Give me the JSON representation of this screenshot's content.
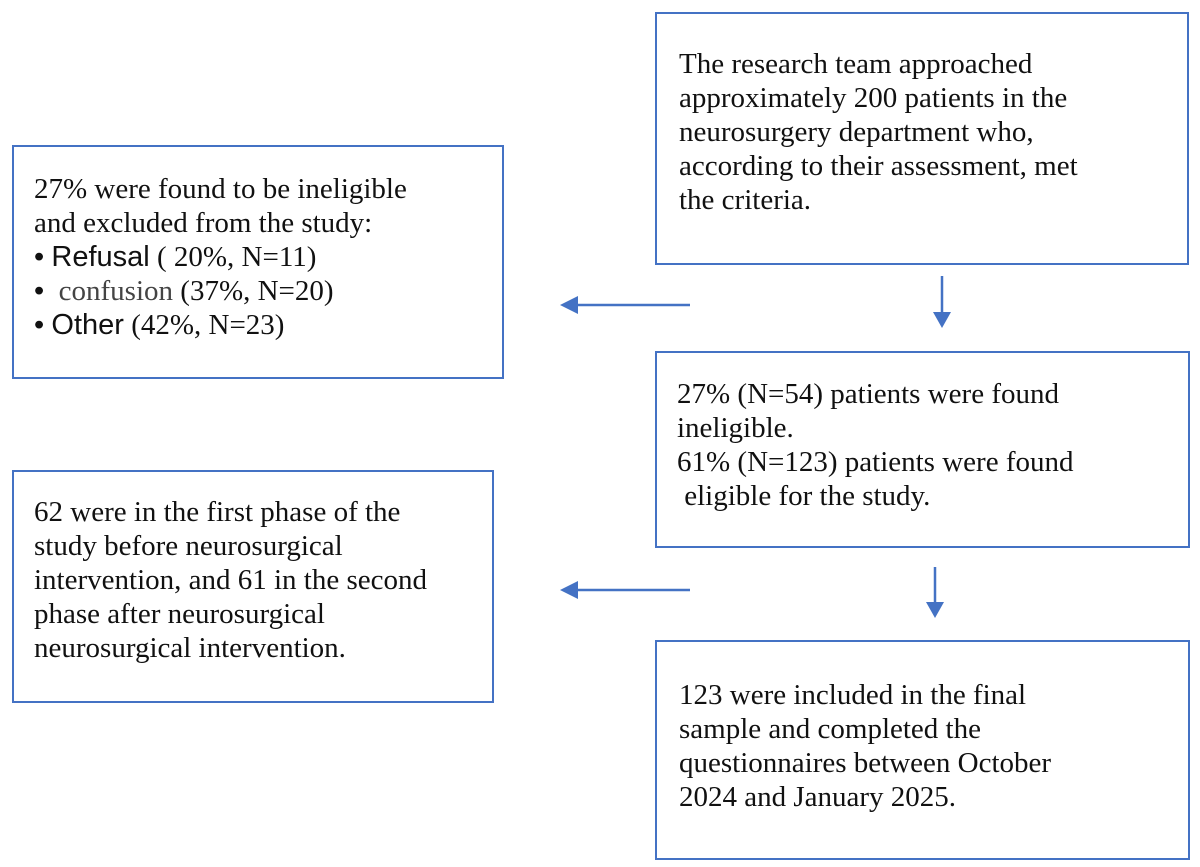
{
  "boxes": {
    "approach": {
      "lines": [
        "The research team approached",
        "approximately 200 patients in the",
        "neurosurgery department who,",
        "according to their assessment, met",
        "the criteria."
      ]
    },
    "excluded": {
      "intro_lines": [
        "27% were found to be ineligible",
        "and excluded from the study:"
      ],
      "bullet_symbol": "•",
      "reasons": [
        {
          "label": "Refusal",
          "stat": " ( 20%, N=11)"
        },
        {
          "label": " confusion",
          "stat": " (37%, N=20)"
        },
        {
          "label": "Other",
          "stat": " (42%, N=23)"
        }
      ]
    },
    "eligible": {
      "lines": [
        "27% (N=54) patients were found",
        "ineligible.",
        "61% (N=123) patients were found",
        " eligible for the study."
      ]
    },
    "phases": {
      "lines": [
        "62 were in the first phase of the",
        "study before neurosurgical",
        "intervention, and 61 in the second",
        "phase after neurosurgical",
        "neurosurgical intervention."
      ]
    },
    "final": {
      "lines": [
        "123 were included in the final",
        "sample and completed the",
        "questionnaires between October",
        "2024 and January 2025."
      ]
    }
  },
  "colors": {
    "box_border": "#4472c4",
    "arrow": "#4472c4",
    "text": "#111111"
  }
}
